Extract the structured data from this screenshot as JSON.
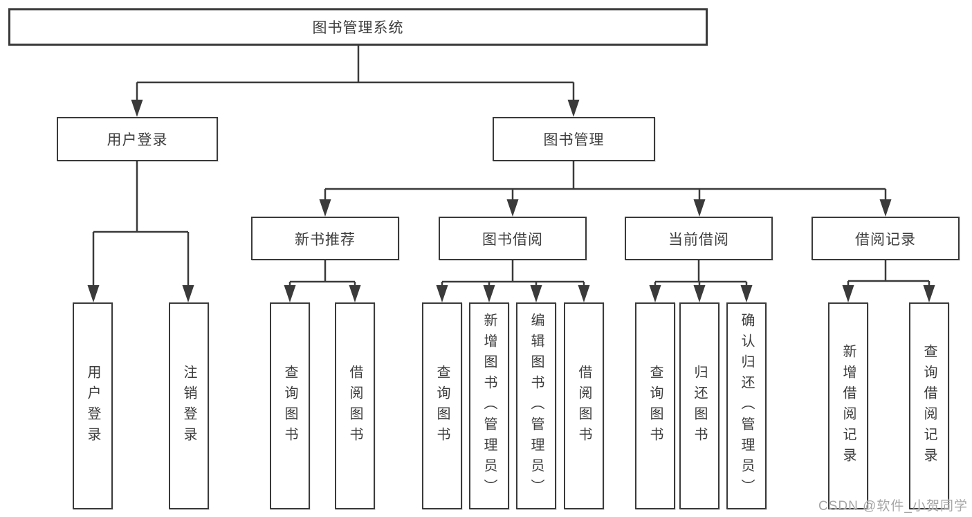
{
  "diagram": {
    "title_node": {
      "label": "图书管理系统"
    },
    "level2": {
      "user_login": {
        "label": "用户登录"
      },
      "book_management": {
        "label": "图书管理"
      }
    },
    "level3": {
      "new_book_recommend": {
        "label": "新书推荐"
      },
      "book_borrow": {
        "label": "图书借阅"
      },
      "current_borrow": {
        "label": "当前借阅"
      },
      "borrow_records": {
        "label": "借阅记录"
      }
    },
    "leaves": {
      "user_login": [
        {
          "label": "用户登录"
        },
        {
          "label": "注销登录"
        }
      ],
      "new_book_recommend": [
        {
          "label": "查询图书"
        },
        {
          "label": "借阅图书"
        }
      ],
      "book_borrow": [
        {
          "label": "查询图书"
        },
        {
          "label": "新增图书（管理员）"
        },
        {
          "label": "编辑图书（管理员）"
        },
        {
          "label": "借阅图书"
        }
      ],
      "current_borrow": [
        {
          "label": "查询图书"
        },
        {
          "label": "归还图书"
        },
        {
          "label": "确认归还（管理员）"
        }
      ],
      "borrow_records": [
        {
          "label": "新增借阅记录"
        },
        {
          "label": "查询借阅记录"
        }
      ]
    },
    "watermark": "CSDN @软件_小贺同学",
    "colors": {
      "line": "#3a3a3a",
      "border": "#3a3a3a",
      "text": "#3d3d3d",
      "watermark": "#a6a6a6",
      "background": "#ffffff"
    }
  }
}
